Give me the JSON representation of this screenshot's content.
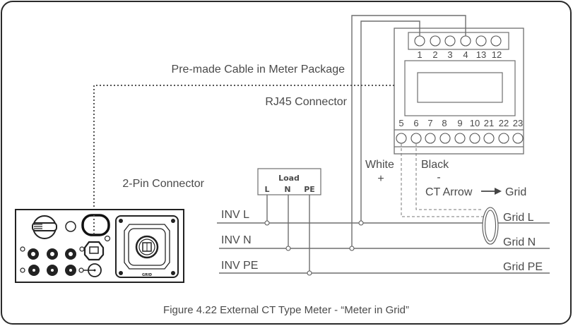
{
  "diagram": {
    "caption": "Figure 4.22 External CT Type Meter - “Meter in Grid”",
    "labels": {
      "premade_cable": "Pre-made Cable in Meter Package",
      "rj45": "RJ45 Connector",
      "two_pin": "2-Pin Connector",
      "white": "White",
      "plus": "+",
      "black": "Black",
      "minus": "-",
      "ct_arrow": "CT Arrow",
      "grid": "Grid"
    },
    "load": {
      "title": "Load",
      "terminals": [
        "L",
        "N",
        "PE"
      ]
    },
    "inverter_lines": [
      "INV L",
      "INV N",
      "INV PE"
    ],
    "grid_lines": [
      "Grid L",
      "Grid N",
      "Grid PE"
    ],
    "meter": {
      "top_terminals": [
        "1",
        "2",
        "3",
        "4",
        "13",
        "12"
      ],
      "bottom_terminals": [
        "5",
        "6",
        "7",
        "8",
        "9",
        "10",
        "21",
        "22",
        "23"
      ]
    },
    "inverter_panel": {
      "grid_label": "GRID"
    }
  }
}
